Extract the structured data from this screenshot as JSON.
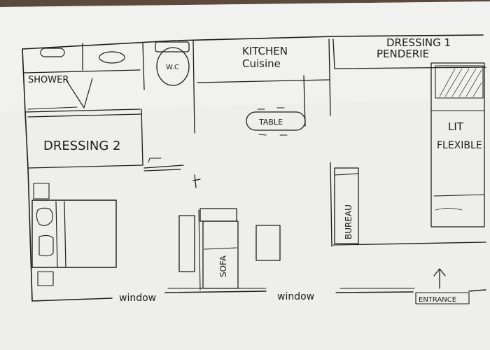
{
  "plan": {
    "labels": {
      "shower": "SHOWER",
      "wc": "W.C",
      "kitchen": "KITCHEN",
      "cuisine": "Cuisine",
      "dressing1": "DRESSING 1",
      "penderie": "PENDERIE",
      "table": "TABLE",
      "lit": "LIT",
      "flexible": "FLEXIBLE",
      "dressing2": "DRESSING 2",
      "bureau": "BUREAU",
      "sofa": "SOFA",
      "window_left": "window",
      "window_right": "window",
      "entrance": "ENTRANCE"
    }
  }
}
